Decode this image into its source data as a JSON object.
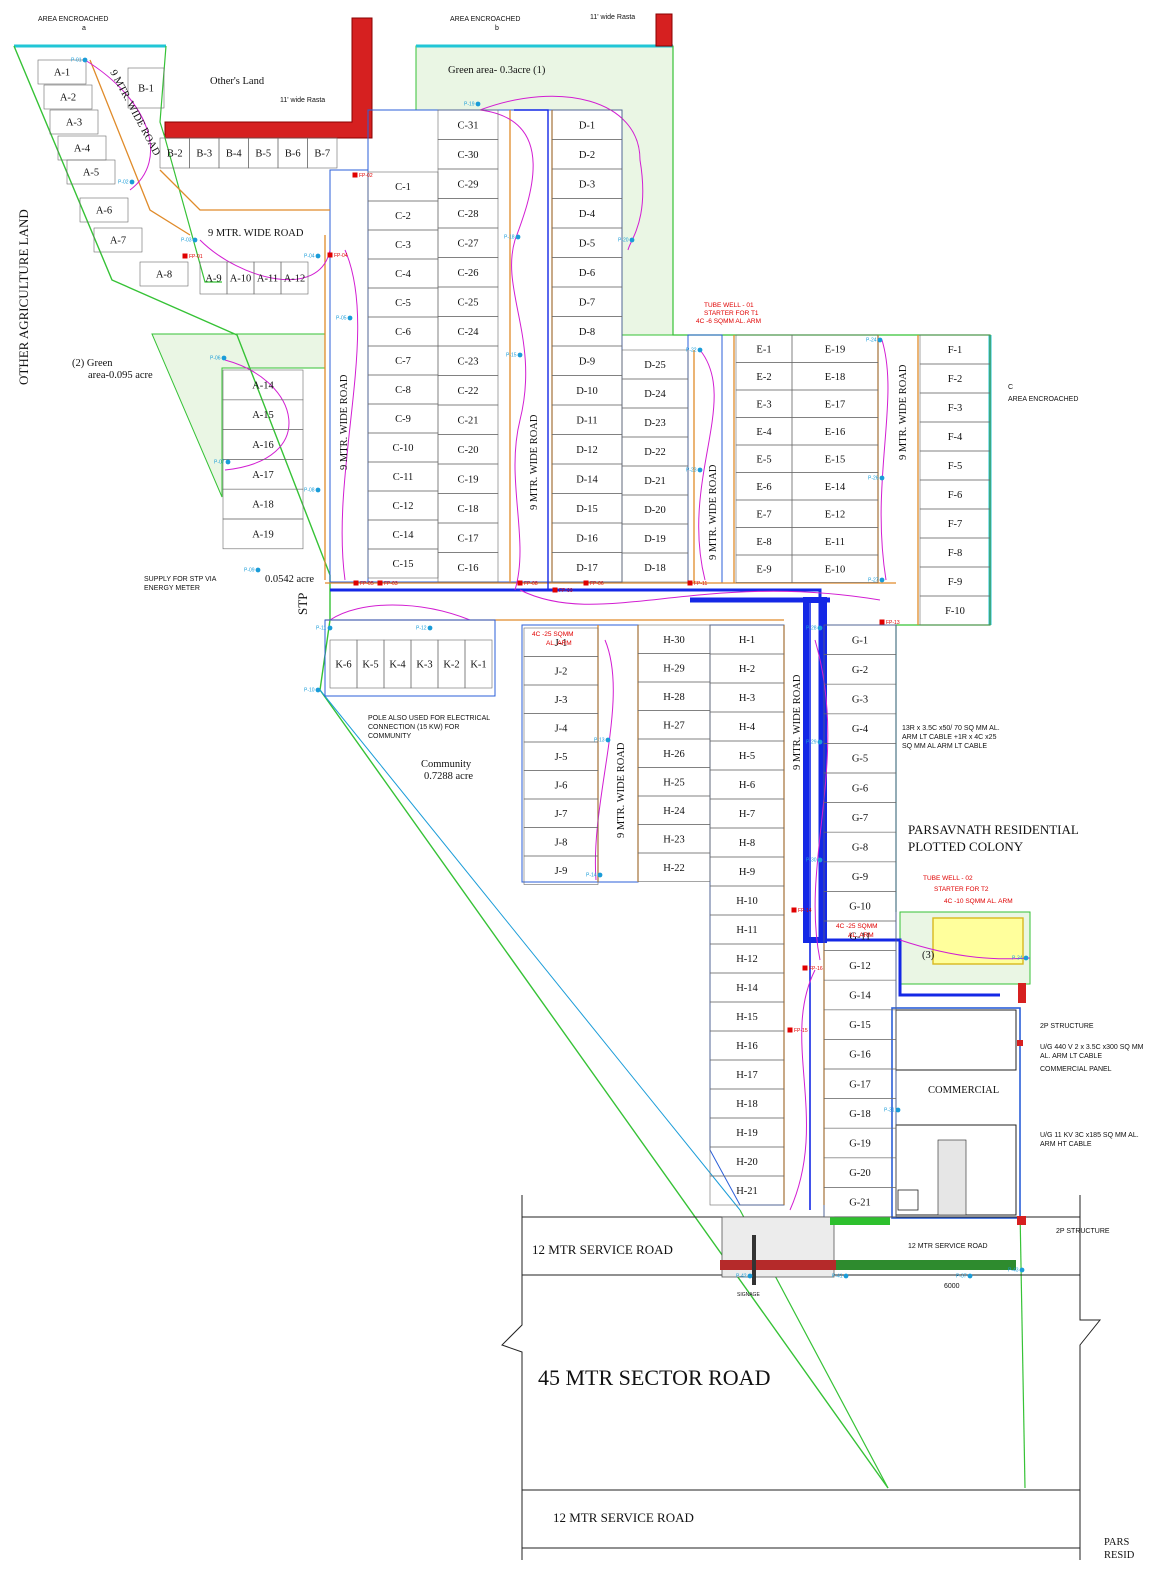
{
  "titles": {
    "area_encroached_a": "AREA ENCROACHED",
    "a_letter": "a",
    "area_encroached_b": "AREA ENCROACHED",
    "b_letter": "b",
    "rasta_top": "11' wide Rasta",
    "rasta_mid": "11' wide Rasta",
    "others_land": "Other's Land",
    "green_area_1": "Green area- 0.3acre    (1)",
    "green_area_2_line1": "(2)  Green",
    "green_area_2_line2": "area-0.095 acre",
    "other_agri_land": "OTHER AGRICULTURE LAND",
    "area_encroached_c_letter": "C",
    "area_encroached_c": "AREA ENCROACHED",
    "stp": "STP",
    "stp_area": "0.0542 acre",
    "stp_supply_1": "SUPPLY FOR STP VIA",
    "stp_supply_2": "ENERGY METER",
    "pole_note_1": "POLE ALSO USED FOR ELECTRICAL",
    "pole_note_2": "CONNECTION (15 KW) FOR",
    "pole_note_3": "COMMUNITY",
    "community": "Community",
    "community_area": "0.7288 acre",
    "parsavnath_1": "PARSAVNATH RESIDENTIAL",
    "parsavnath_2": "PLOTTED COLONY",
    "parsavnath_bottom_1": "PARS",
    "parsavnath_bottom_2": "RESID",
    "sector_road": "45 MTR SECTOR ROAD",
    "service_road_top": "12 MTR SERVICE ROAD",
    "service_road_bottom": "12 MTR SERVICE ROAD",
    "service_road_small": "12 MTR SERVICE ROAD",
    "commercial": "COMMERCIAL",
    "green_3": "(3)",
    "signage": "SIGNAGE",
    "dim_6000": "6000"
  },
  "roads": {
    "ab_road": "9 MTR. WIDE ROAD",
    "b_road": "9 MTR. WIDE ROAD",
    "a_side_road": "9 MTR. WIDE ROAD",
    "c_road": "9 MTR. WIDE ROAD",
    "d_road": "9 MTR. WIDE ROAD",
    "e_road": "9 MTR. WIDE ROAD",
    "f_road": "9 MTR. WIDE ROAD",
    "j_road": "9 MTR. WIDE ROAD",
    "h_road": "9 MTR. WIDE ROAD"
  },
  "notes": {
    "tube_well_1": "TUBE WELL - 01",
    "starter_t1": "STARTER FOR T1",
    "cable_t1": "4C -6 SQMM AL. ARM",
    "tube_well_2": "TUBE WELL - 02",
    "starter_t2": "STARTER FOR T2",
    "cable_t2": "4C -10 SQMM AL. ARM",
    "cable_j_1": "4C -25 SQMM",
    "cable_j_2": "AL. ARM",
    "cable_g_1": "4C -25 SQMM",
    "cable_g_2": "AL. ARM",
    "lt_cable_1": "13R x 3.5C x50/ 70 SQ MM AL.",
    "lt_cable_2": "ARM LT CABLE +1R x 4C x25",
    "lt_cable_3": "SQ MM AL ARM LT CABLE",
    "structure_2p_a": "2P STRUCTURE",
    "ug440_1": "U/G 440 V 2 x 3.5C x300 SQ MM",
    "ug440_2": "AL. ARM LT CABLE",
    "commercial_panel": "COMMERCIAL PANEL",
    "ug11_1": "U/G 11 KV 3C x185 SQ MM AL.",
    "ug11_2": "ARM HT CABLE",
    "structure_2p_b": "2P STRUCTURE"
  },
  "plots": {
    "A_fan": [
      "A-1",
      "A-2",
      "A-3",
      "A-4",
      "A-5",
      "A-6",
      "A-7",
      "A-8"
    ],
    "B_col": [
      "B-1"
    ],
    "B_row": [
      "B-2",
      "B-3",
      "B-4",
      "B-5",
      "B-6",
      "B-7"
    ],
    "A_row": [
      "A-9",
      "A-10",
      "A-11",
      "A-12"
    ],
    "A_col": [
      "A-14",
      "A-15",
      "A-16",
      "A-17",
      "A-18",
      "A-19"
    ],
    "C_left": [
      "C-1",
      "C-2",
      "C-3",
      "C-4",
      "C-5",
      "C-6",
      "C-7",
      "C-8",
      "C-9",
      "C-10",
      "C-11",
      "C-12",
      "C-14",
      "C-15"
    ],
    "C_right": [
      "C-31",
      "C-30",
      "C-29",
      "C-28",
      "C-27",
      "C-26",
      "C-25",
      "C-24",
      "C-23",
      "C-22",
      "C-21",
      "C-20",
      "C-19",
      "C-18",
      "C-17",
      "C-16"
    ],
    "D_left": [
      "D-1",
      "D-2",
      "D-3",
      "D-4",
      "D-5",
      "D-6",
      "D-7",
      "D-8",
      "D-9",
      "D-10",
      "D-11",
      "D-12",
      "D-14",
      "D-15",
      "D-16",
      "D-17"
    ],
    "D_right": [
      "D-25",
      "D-24",
      "D-23",
      "D-22",
      "D-21",
      "D-20",
      "D-19",
      "D-18"
    ],
    "E_left": [
      "E-1",
      "E-2",
      "E-3",
      "E-4",
      "E-5",
      "E-6",
      "E-7",
      "E-8",
      "E-9"
    ],
    "E_right": [
      "E-19",
      "E-18",
      "E-17",
      "E-16",
      "E-15",
      "E-14",
      "E-12",
      "E-11",
      "E-10"
    ],
    "F_col": [
      "F-1",
      "F-2",
      "F-3",
      "F-4",
      "F-5",
      "F-6",
      "F-7",
      "F-8",
      "F-9",
      "F-10"
    ],
    "K_row": [
      "K-6",
      "K-5",
      "K-4",
      "K-3",
      "K-2",
      "K-1"
    ],
    "J_col": [
      "J-1",
      "J-2",
      "J-3",
      "J-4",
      "J-5",
      "J-6",
      "J-7",
      "J-8",
      "J-9"
    ],
    "H_left": [
      "H-30",
      "H-29",
      "H-28",
      "H-27",
      "H-26",
      "H-25",
      "H-24",
      "H-23",
      "H-22"
    ],
    "H_right": [
      "H-1",
      "H-2",
      "H-3",
      "H-4",
      "H-5",
      "H-6",
      "H-7",
      "H-8",
      "H-9",
      "H-10",
      "H-11",
      "H-12",
      "H-14",
      "H-15",
      "H-16",
      "H-17",
      "H-18",
      "H-19",
      "H-20",
      "H-21"
    ],
    "G_col": [
      "G-1",
      "G-2",
      "G-3",
      "G-4",
      "G-5",
      "G-6",
      "G-7",
      "G-8",
      "G-9",
      "G-10",
      "G-11",
      "G-12",
      "G-14",
      "G-15",
      "G-16",
      "G-17",
      "G-18",
      "G-19",
      "G-20",
      "G-21"
    ]
  },
  "poles": [
    "P-01",
    "P-02",
    "P-03",
    "P-04",
    "P-05",
    "P-06",
    "P-07",
    "P-08",
    "P-09",
    "P-10",
    "P-11",
    "P-12",
    "P-13",
    "P-14",
    "P-15",
    "P-18",
    "P-19",
    "P-20",
    "P-22",
    "P-23",
    "P-24",
    "P-26",
    "P-27",
    "P-28",
    "P-29",
    "P-30",
    "P-31",
    "P-34",
    "P-37",
    "P-41",
    "P-42",
    "P-43"
  ],
  "feeder_pillars": [
    "FP-01",
    "FP-02",
    "FP-03",
    "FP-04",
    "FP-05",
    "FP-06",
    "FP-08",
    "FP-09",
    "FP-11",
    "FP-13",
    "FP-14",
    "FP-15",
    "FP-16"
  ],
  "colors": {
    "boundary_green": "#36c236",
    "road_orange": "#e08b2a",
    "cable_magenta": "#d21ed2",
    "main_blue": "#1428e6",
    "lite_blue": "#1a9cd8",
    "red_wall": "#d62020",
    "cyan_boundary": "#21c6d6",
    "green_fill": "#eaf6e4"
  }
}
